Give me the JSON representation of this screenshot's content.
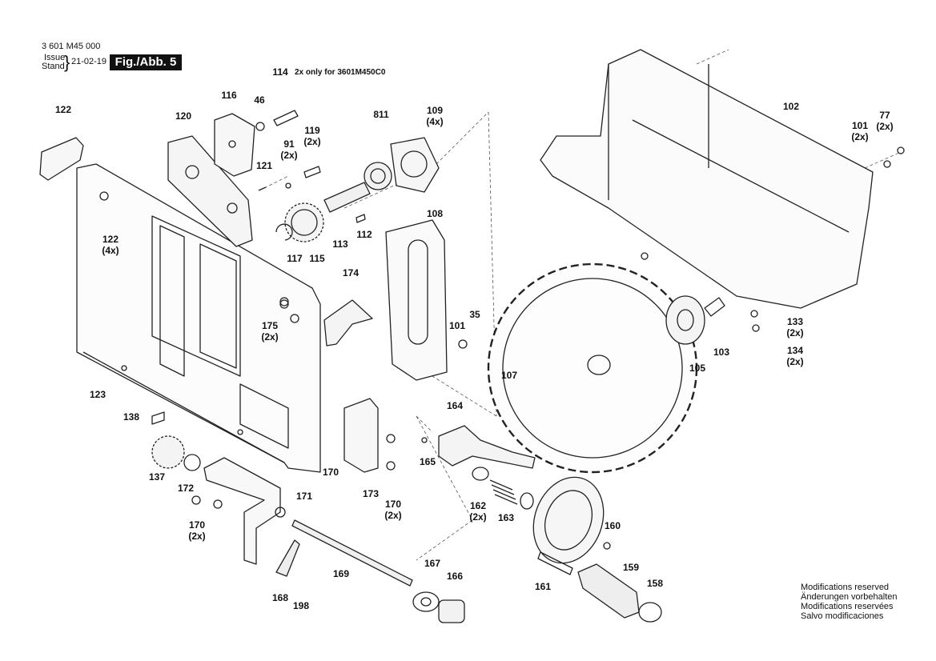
{
  "header": {
    "doc_number": "3 601 M45 000",
    "issue_label": "Issue",
    "stand_label": "Stand",
    "brace": "}",
    "date": "21-02-19",
    "figure": "Fig./Abb. 5"
  },
  "note_114": "2x only for 3601M450C0",
  "parts": [
    {
      "id": "p122a",
      "text": "122"
    },
    {
      "id": "p122b",
      "text": "122\n(4x)"
    },
    {
      "id": "p116",
      "text": "116"
    },
    {
      "id": "p120",
      "text": "120"
    },
    {
      "id": "p114",
      "text": "114"
    },
    {
      "id": "p46",
      "text": "46"
    },
    {
      "id": "p119",
      "text": "119\n(2x)"
    },
    {
      "id": "p91",
      "text": "91\n(2x)"
    },
    {
      "id": "p121",
      "text": "121"
    },
    {
      "id": "p117",
      "text": "117"
    },
    {
      "id": "p115",
      "text": "115"
    },
    {
      "id": "p113",
      "text": "113"
    },
    {
      "id": "p112",
      "text": "112"
    },
    {
      "id": "p811",
      "text": "811"
    },
    {
      "id": "p109",
      "text": "109\n(4x)"
    },
    {
      "id": "p108",
      "text": "108"
    },
    {
      "id": "p101a",
      "text": "101"
    },
    {
      "id": "p35",
      "text": "35"
    },
    {
      "id": "p174",
      "text": "174"
    },
    {
      "id": "p175",
      "text": "175\n(2x)"
    },
    {
      "id": "p123",
      "text": "123"
    },
    {
      "id": "p138",
      "text": "138"
    },
    {
      "id": "p137",
      "text": "137"
    },
    {
      "id": "p172",
      "text": "172"
    },
    {
      "id": "p170a",
      "text": "170\n(2x)"
    },
    {
      "id": "p171",
      "text": "171"
    },
    {
      "id": "p170b",
      "text": "170"
    },
    {
      "id": "p173",
      "text": "173"
    },
    {
      "id": "p170c",
      "text": "170\n(2x)"
    },
    {
      "id": "p168",
      "text": "168"
    },
    {
      "id": "p198",
      "text": "198"
    },
    {
      "id": "p169",
      "text": "169"
    },
    {
      "id": "p167",
      "text": "167"
    },
    {
      "id": "p166",
      "text": "166"
    },
    {
      "id": "p164",
      "text": "164"
    },
    {
      "id": "p165",
      "text": "165"
    },
    {
      "id": "p162",
      "text": "162\n(2x)"
    },
    {
      "id": "p163",
      "text": "163"
    },
    {
      "id": "p107",
      "text": "107"
    },
    {
      "id": "p161",
      "text": "161"
    },
    {
      "id": "p160",
      "text": "160"
    },
    {
      "id": "p159",
      "text": "159"
    },
    {
      "id": "p158",
      "text": "158"
    },
    {
      "id": "p102",
      "text": "102"
    },
    {
      "id": "p101b",
      "text": "101\n(2x)"
    },
    {
      "id": "p77",
      "text": "77\n(2x)"
    },
    {
      "id": "p133",
      "text": "133\n(2x)"
    },
    {
      "id": "p134",
      "text": "134\n(2x)"
    },
    {
      "id": "p105",
      "text": "105"
    },
    {
      "id": "p103",
      "text": "103"
    }
  ],
  "modifications": [
    "Modifications reserved",
    "Änderungen vorbehalten",
    "Modifications reservées",
    "Salvo modificaciones"
  ]
}
